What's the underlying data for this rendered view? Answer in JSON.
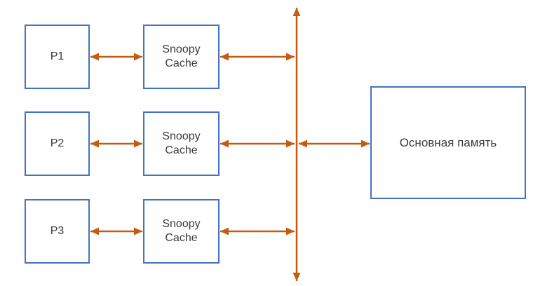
{
  "diagram": {
    "processors": [
      {
        "label": "P1"
      },
      {
        "label": "P2"
      },
      {
        "label": "P3"
      }
    ],
    "caches": [
      {
        "label": "Snoopy Cache"
      },
      {
        "label": "Snoopy Cache"
      },
      {
        "label": "Snoopy Cache"
      }
    ],
    "memory": {
      "label": "Основная память"
    },
    "connections": [
      {
        "from": "P1",
        "to": "Snoopy Cache 1",
        "bidirectional": true
      },
      {
        "from": "P2",
        "to": "Snoopy Cache 2",
        "bidirectional": true
      },
      {
        "from": "P3",
        "to": "Snoopy Cache 3",
        "bidirectional": true
      },
      {
        "from": "Snoopy Cache 1",
        "to": "bus",
        "bidirectional": true
      },
      {
        "from": "Snoopy Cache 2",
        "to": "bus",
        "bidirectional": true
      },
      {
        "from": "Snoopy Cache 3",
        "to": "bus",
        "bidirectional": true
      },
      {
        "from": "bus",
        "to": "Основная память",
        "bidirectional": true
      }
    ],
    "colors": {
      "box_border": "#4472C4",
      "arrow": "#C55A11",
      "text": "#3B3B3B",
      "background": "#FFFFFF"
    }
  }
}
